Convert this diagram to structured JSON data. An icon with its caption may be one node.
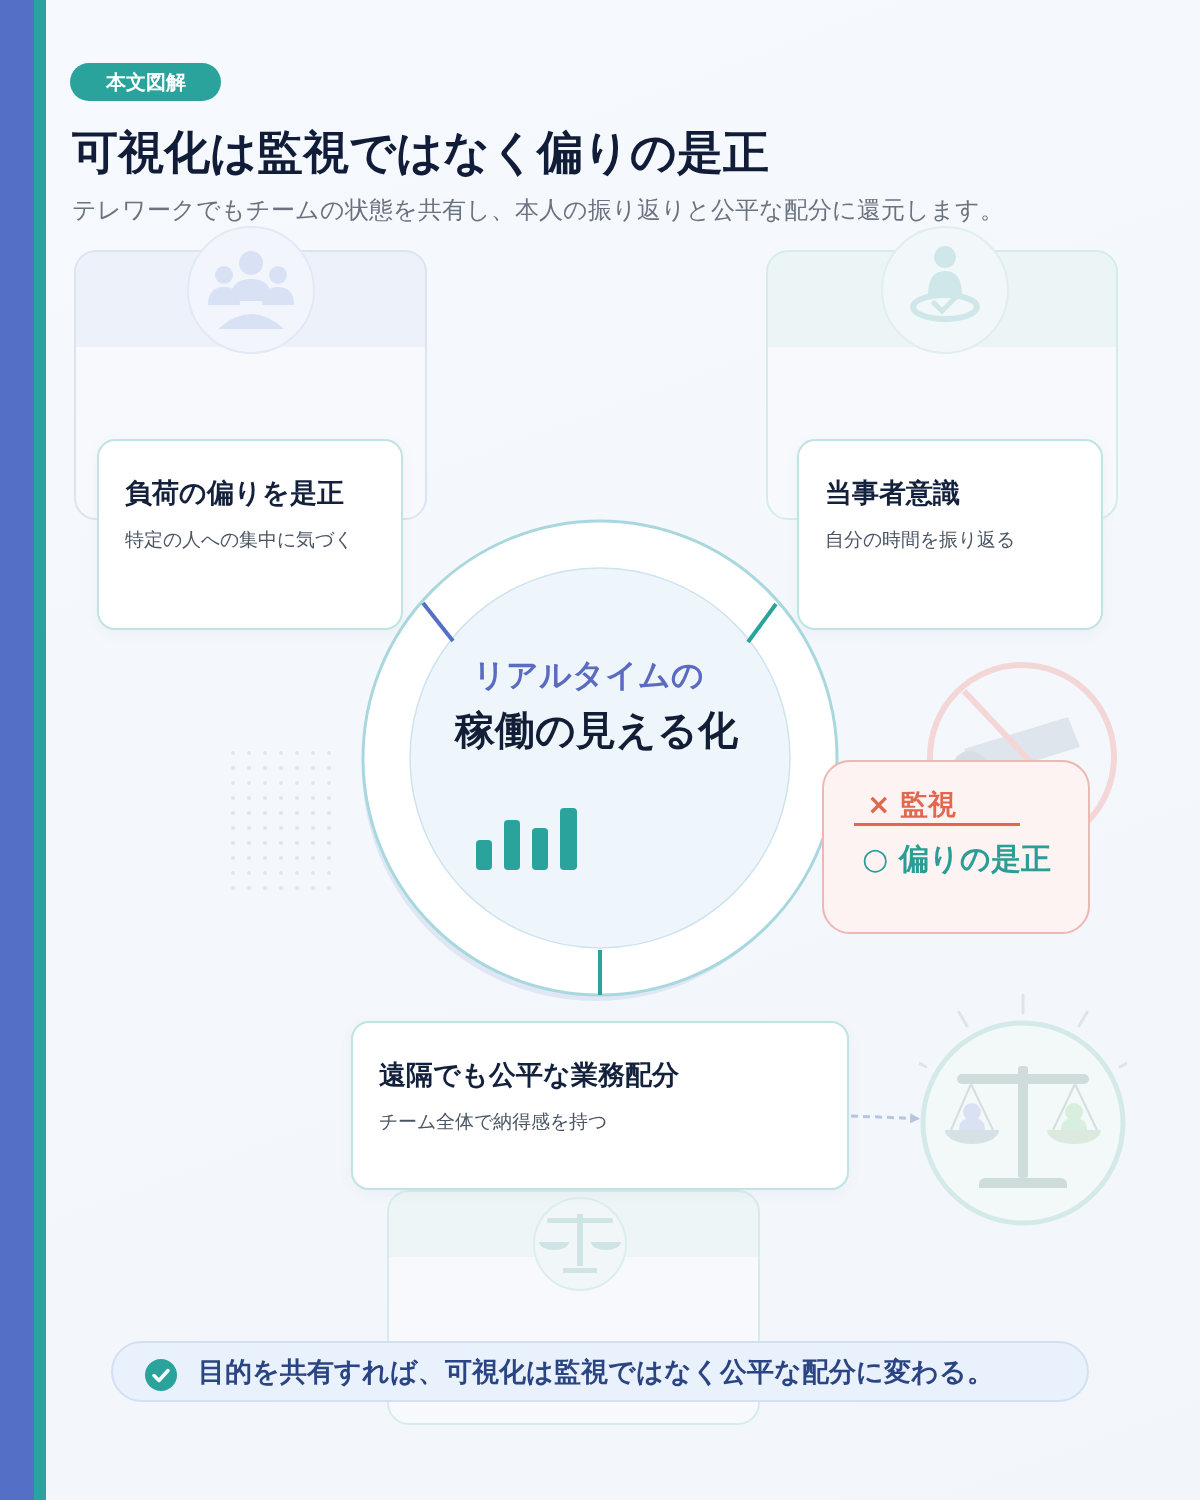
{
  "diagram": {
    "title": "可視化は監視ではなく偏りの是正",
    "nodes": [
      {
        "text": [
          "本文図解"
        ]
      },
      {
        "text": [
          "負荷の偏りを是正",
          "特定の人への集中に気づく"
        ]
      },
      {
        "text": [
          "当事者意識",
          "自分の時間を振り返る"
        ]
      },
      {
        "text": [
          "リアルタイムの",
          "稼働の見える化"
        ]
      },
      {
        "text": [
          "× 監視",
          "○ 偏りの是正"
        ]
      },
      {
        "text": [
          "遠隔でも公平な業務配分",
          "チーム全体で納得感を持つ"
        ]
      },
      {
        "text": [],
        "shape": "picture"
      },
      {
        "text": [
          "目的を共有すれば、可視化は監視ではなく公平な配分に変わる。"
        ]
      }
    ],
    "edges": [
      {
        "from": 5,
        "to": 6,
        "arrow": "to",
        "style": "dashed"
      }
    ],
    "labels": [
      "テレワークでもチームの状態を共有し、本人の振り返りと公平な配分に還元します。"
    ]
  }
}
